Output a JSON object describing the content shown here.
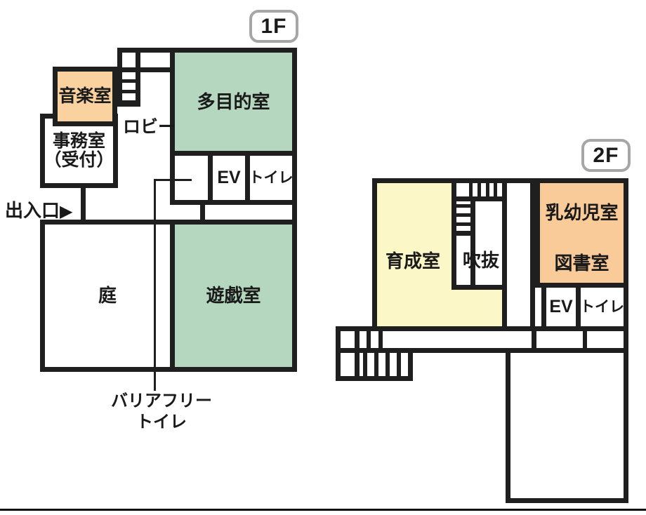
{
  "colors": {
    "wall": "#1f1f1f",
    "room_green": "#b5d7bf",
    "room_orange_1f": "#f9d2a0",
    "room_orange_2f": "#f8cb99",
    "room_yellow": "#fbf7c6",
    "badge_border": "#a6a6a6",
    "text": "#1a1a1a"
  },
  "floor1": {
    "badge": "1F",
    "multi_purpose_room": "多目的室",
    "music_room": "音楽室",
    "office_line1": "事務室",
    "office_line2": "（受付）",
    "lobby": "ロビー",
    "elevator": "EV",
    "toilet": "トイレ",
    "entrance": "出入口",
    "entrance_arrow": "▶",
    "garden": "庭",
    "play_room": "遊戯室",
    "barrier_free_line1": "バリアフリー",
    "barrier_free_line2": "トイレ"
  },
  "floor2": {
    "badge": "2F",
    "ikusei_room": "育成室",
    "atrium": "吹抜",
    "infant_room": "乳幼児室",
    "library": "図書室",
    "elevator": "EV",
    "toilet": "トイレ"
  }
}
